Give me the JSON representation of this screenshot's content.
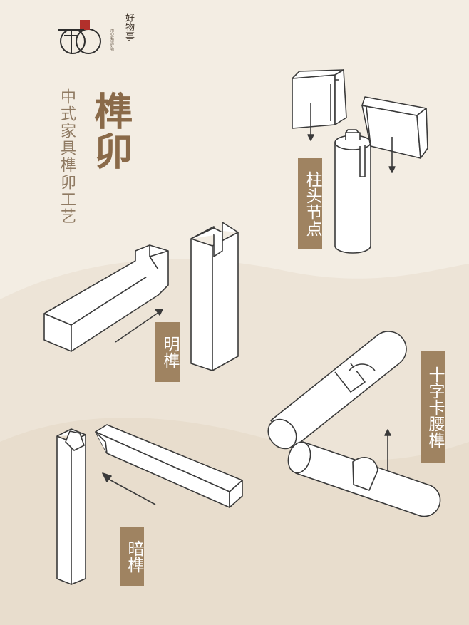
{
  "brand": {
    "name": "好物事",
    "sub": "用心·甄选好物",
    "logo_icon": "logo-seal-icon"
  },
  "title": {
    "main": "榫卯",
    "subtitle": "中式家具榫卯工艺"
  },
  "labels": {
    "column_head": "柱头节点",
    "open_tenon": "明榫",
    "cross_waist": "十字卡腰榫",
    "hidden_tenon": "暗榫"
  },
  "colors": {
    "label_bg": "#9f8361",
    "title": "#8a6a49",
    "line": "#3a3a3a",
    "paper": "#f3ede3"
  }
}
